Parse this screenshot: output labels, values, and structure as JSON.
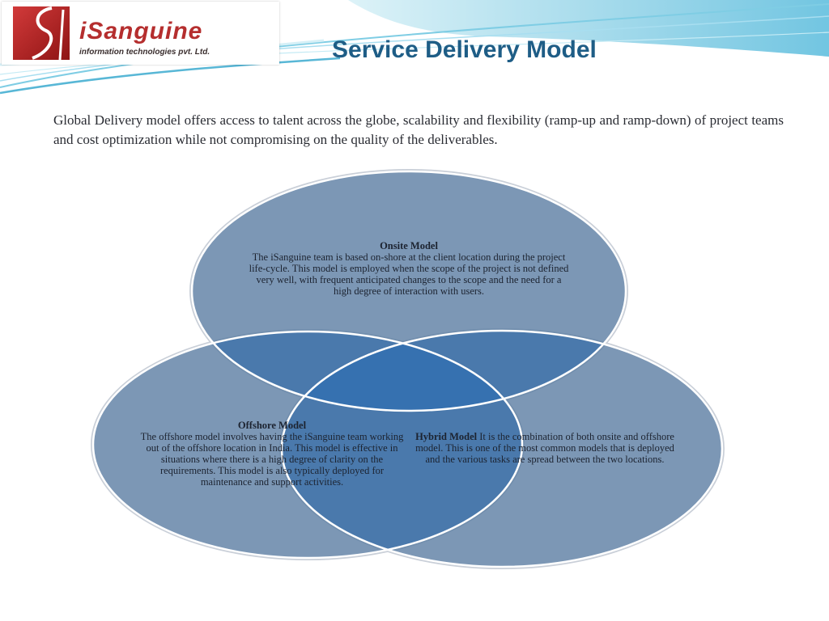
{
  "logo": {
    "brand": "iSanguine",
    "tagline": "information technologies pvt. Ltd."
  },
  "header": {
    "title": "Service Delivery Model"
  },
  "intro": {
    "text": "Global Delivery model offers access to talent across the globe, scalability and flexibility (ramp-up and ramp-down) of project teams and cost optimization while not compromising on the quality of the deliverables."
  },
  "diagram": {
    "onsite": {
      "title": "Onsite Model",
      "text": "The iSanguine team is based on-shore at the client location during the project life-cycle. This model is employed when the scope of the project is not defined very well, with frequent anticipated changes to the scope and the need for a high degree of interaction with users."
    },
    "offshore": {
      "title": "Offshore Model",
      "text": "The offshore model involves having the iSanguine team working out of the offshore location in India. This model is effective in situations where there is a high degree of clarity on the requirements. This model is also typically deployed for maintenance and support activities."
    },
    "hybrid": {
      "title": "Hybrid Model",
      "text": "It is the combination of both onsite and offshore model. This is one of the most common models that is deployed and the various tasks are spread between the two locations."
    },
    "colors": {
      "circle_fill": "#5b7da3",
      "circle_stroke": "#ffffff",
      "overlap": "#2f6eb3"
    }
  }
}
